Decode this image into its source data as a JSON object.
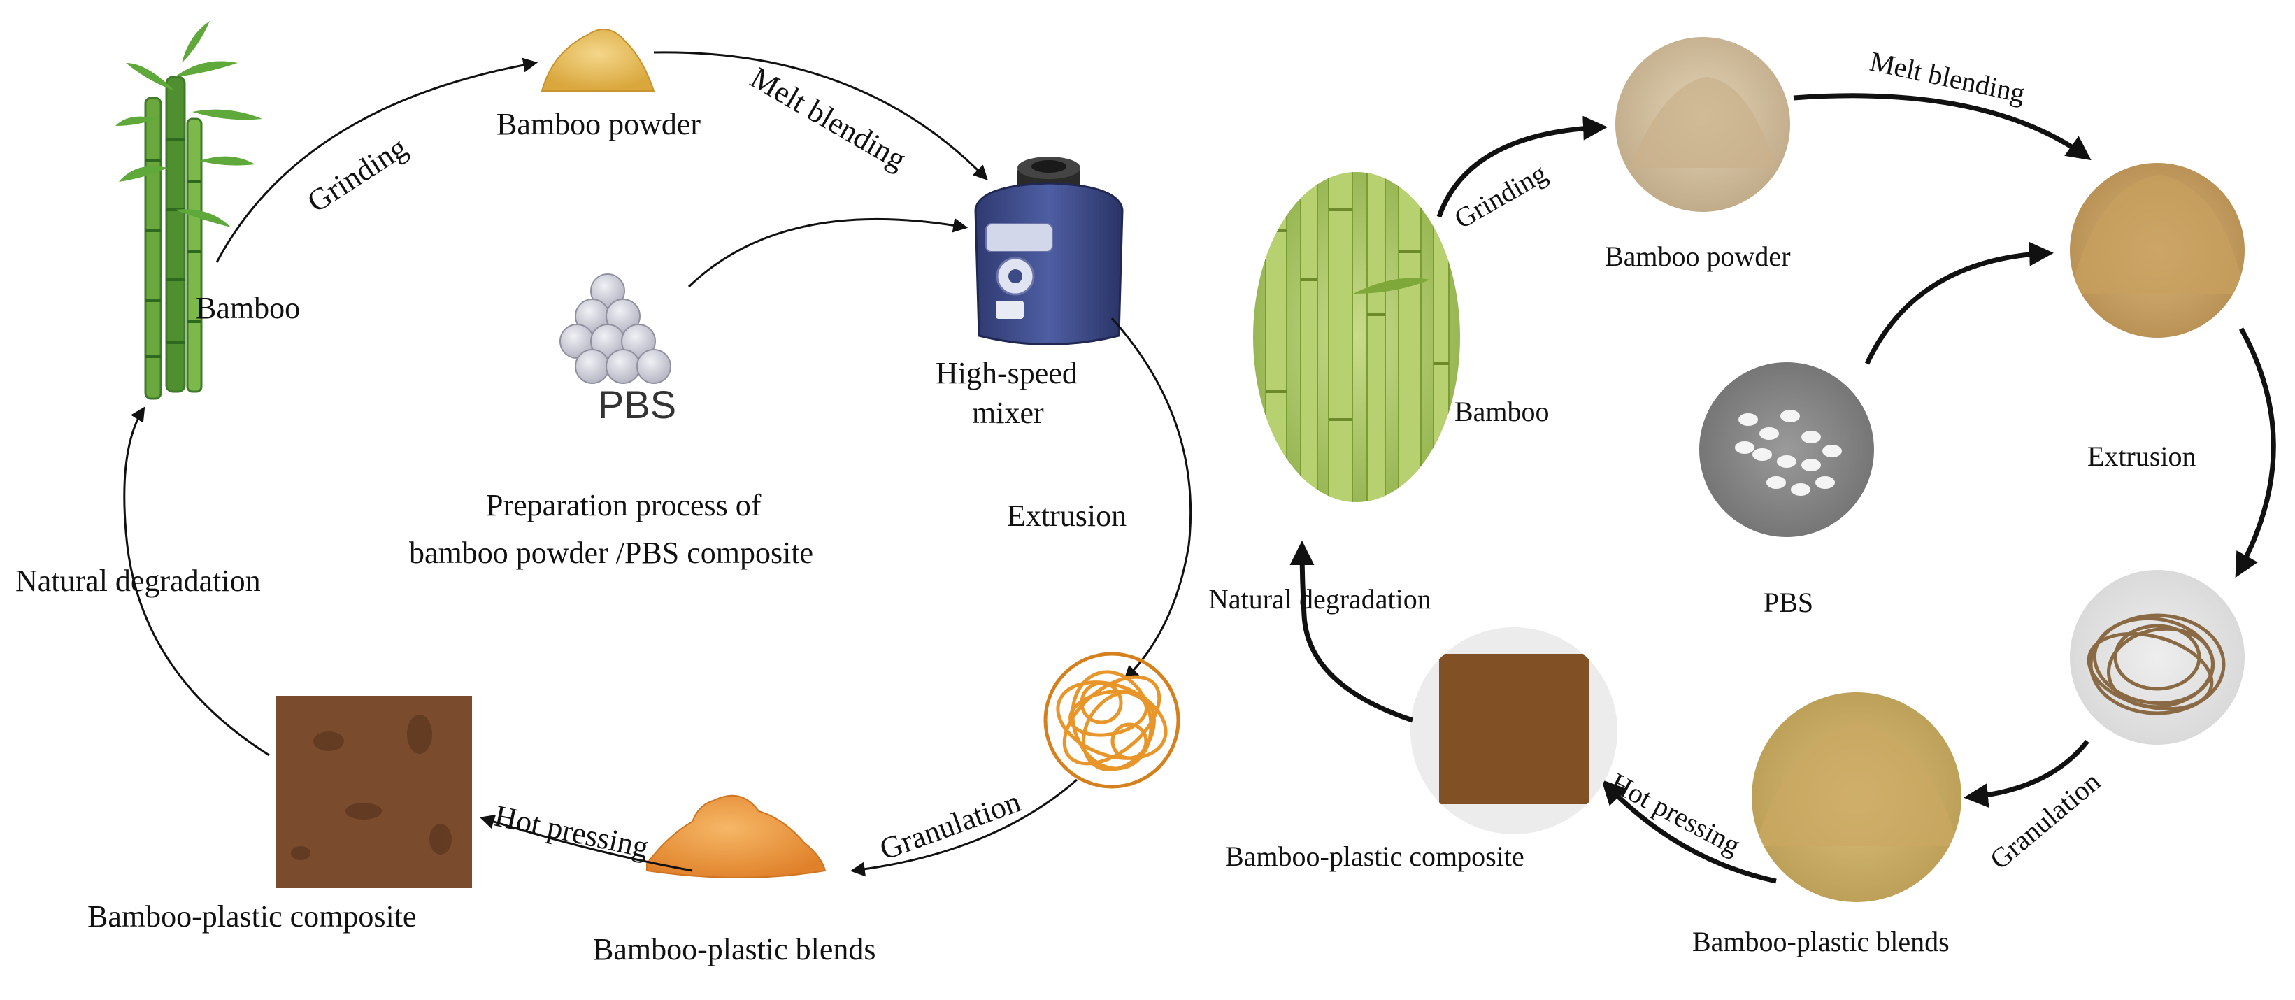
{
  "left_panel": {
    "labels": {
      "bamboo": "Bamboo",
      "grinding": "Grinding",
      "bamboo_powder": "Bamboo powder",
      "melt_blending": "Melt blending",
      "pbs": "PBS",
      "mixer_line1": "High-speed",
      "mixer_line2": "mixer",
      "title_line1": "Preparation process of",
      "title_line2": "bamboo powder /PBS composite",
      "extrusion": "Extrusion",
      "natural_degradation": "Natural degradation",
      "granulation": "Granulation",
      "hot_pressing": "Hot pressing",
      "bamboo_plastic_composite": "Bamboo-plastic composite",
      "bamboo_plastic_blends": "Bamboo-plastic blends"
    },
    "icons": [
      "bamboo-icon",
      "bamboo-powder-icon",
      "pbs-pellets-icon",
      "high-speed-mixer-icon",
      "extruded-strand-ball-icon",
      "blends-pile-icon",
      "composite-board-icon"
    ]
  },
  "right_panel": {
    "labels": {
      "grinding": "Grinding",
      "bamboo_powder": "Bamboo powder",
      "melt_blending": "Melt blending",
      "bamboo": "Bamboo",
      "extrusion": "Extrusion",
      "pbs": "PBS",
      "natural_degradation": "Natural degradation",
      "granulation": "Granulation",
      "hot_pressing": "Hot pressing",
      "bamboo_plastic_composite": "Bamboo-plastic composite",
      "bamboo_plastic_blends": "Bamboo-plastic blends"
    },
    "photos": [
      "bamboo-photo",
      "bamboo-powder-photo",
      "melt-blend-photo",
      "pbs-pellets-photo",
      "extruded-strand-photo",
      "blends-photo",
      "composite-photo"
    ]
  },
  "colors": {
    "bamboo_green": "#6a9a3a",
    "powder_yellow": "#e7b44a",
    "mixer_blue": "#3c4a86",
    "strand_orange": "#e8962a",
    "composite_brown": "#7a4b2c",
    "arrow": "#111111"
  }
}
